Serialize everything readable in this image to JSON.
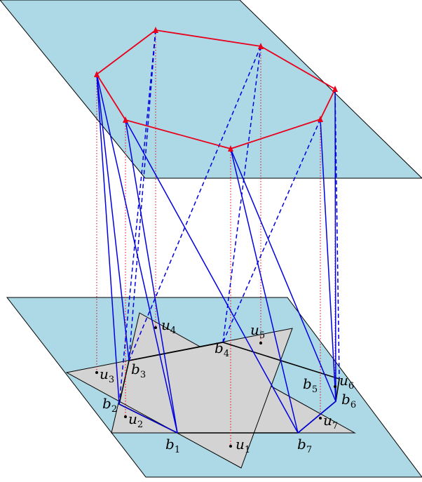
{
  "labels": {
    "b1": {
      "base": "b",
      "sub": "1"
    },
    "b2": {
      "base": "b",
      "sub": "2"
    },
    "b3": {
      "base": "b",
      "sub": "3"
    },
    "b4": {
      "base": "b",
      "sub": "4"
    },
    "b5": {
      "base": "b",
      "sub": "5"
    },
    "b6": {
      "base": "b",
      "sub": "6"
    },
    "b7": {
      "base": "b",
      "sub": "7"
    },
    "u1": {
      "base": "u",
      "sub": "1"
    },
    "u2": {
      "base": "u",
      "sub": "2"
    },
    "u3": {
      "base": "u",
      "sub": "3"
    },
    "u4": {
      "base": "u",
      "sub": "4"
    },
    "u5": {
      "base": "u",
      "sub": "5"
    },
    "u6": {
      "base": "u",
      "sub": "6"
    },
    "u7": {
      "base": "u",
      "sub": "7"
    }
  },
  "colors": {
    "plane": "#add8e6",
    "triangle": "#d3d3d3",
    "upper_polygon": "#e8001c",
    "connectors": "#0000e0"
  }
}
